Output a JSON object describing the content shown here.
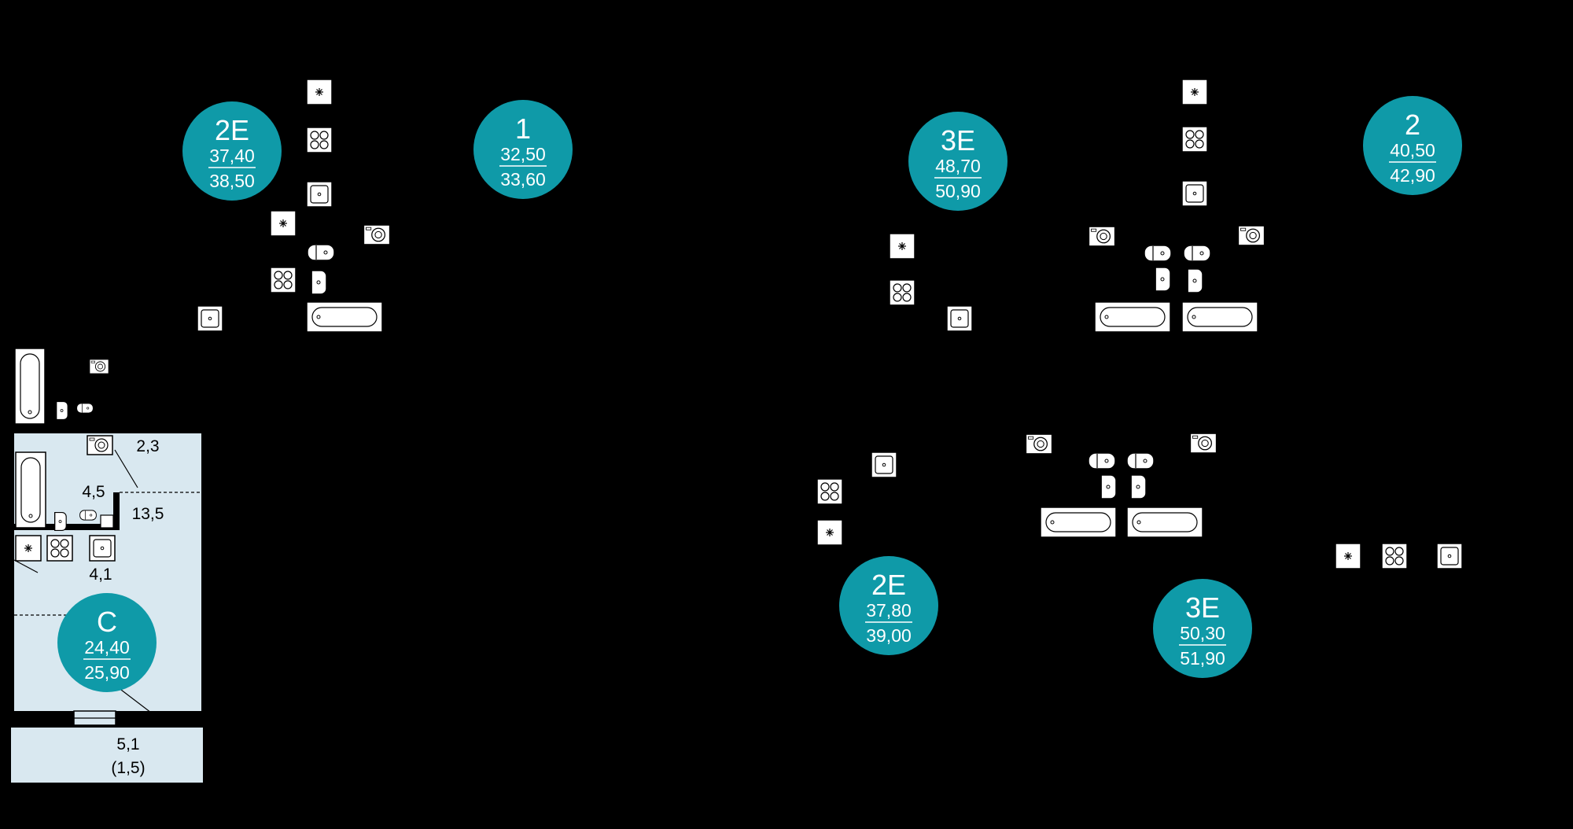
{
  "colors": {
    "background": "#000000",
    "badge": "#0f9aa8",
    "badge_text": "#ffffff",
    "room_fill": "#d9e8f0",
    "fixture_fill": "#ffffff",
    "wall": "#000000"
  },
  "apartments": [
    {
      "id": "2E-top",
      "type": "2E",
      "living_area": "37,40",
      "total_area": "38,50"
    },
    {
      "id": "1-top",
      "type": "1",
      "living_area": "32,50",
      "total_area": "33,60"
    },
    {
      "id": "3E-top",
      "type": "3E",
      "living_area": "48,70",
      "total_area": "50,90"
    },
    {
      "id": "2-top",
      "type": "2",
      "living_area": "40,50",
      "total_area": "42,90"
    },
    {
      "id": "C-studio",
      "type": "C",
      "living_area": "24,40",
      "total_area": "25,90"
    },
    {
      "id": "2E-bottom",
      "type": "2E",
      "living_area": "37,80",
      "total_area": "39,00"
    },
    {
      "id": "3E-bottom",
      "type": "3E",
      "living_area": "50,30",
      "total_area": "51,90"
    }
  ],
  "studio_rooms": {
    "hall_area": "2,3",
    "bathroom_area": "4,5",
    "room_area": "13,5",
    "kitchen_area": "4,1",
    "balcony_area": "5,1",
    "balcony_reduced_area": "(1,5)"
  },
  "icons": [
    "ventilation-icon",
    "stove-icon",
    "sink-icon",
    "washing-machine-icon",
    "toilet-icon",
    "washbasin-icon",
    "bathtub-icon"
  ]
}
